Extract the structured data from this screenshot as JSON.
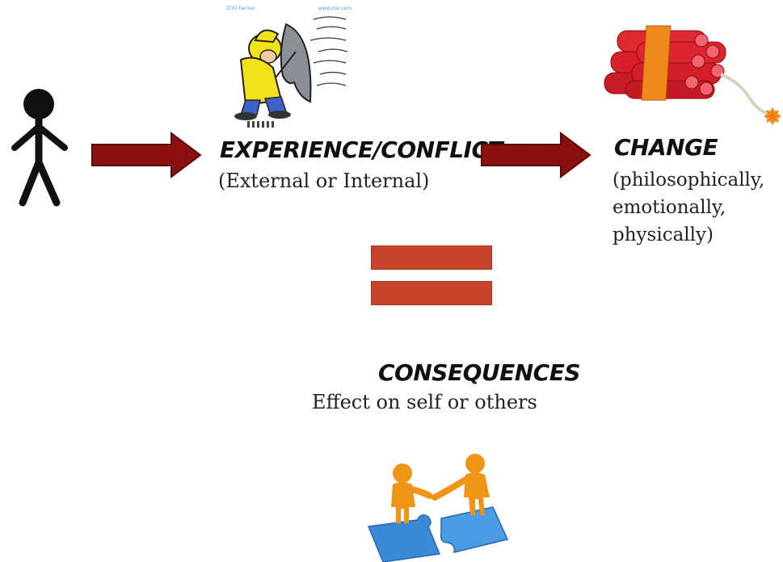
{
  "experience": {
    "title": "EXPERIENCE/CONFLICT",
    "subtitle": "(External or Internal)"
  },
  "change": {
    "title": "CHANGE",
    "subtitle": "(philosophically,\nemotionally,\nphysically)"
  },
  "consequences": {
    "title": "CONSEQUENCES",
    "subtitle": "Effect on self or others"
  },
  "colors": {
    "arrow": "#8b1010",
    "equals": "#c9432a",
    "person": "#111111",
    "raincoat": "#f2e21a",
    "dynamite": "#d8202a",
    "dynamite_band": "#f08a1a",
    "figure": "#f09418",
    "puzzle": "#3a8ad8"
  },
  "icons": {
    "person": "stick-figure-icon",
    "conflict": "wind-umbrella-icon",
    "change": "dynamite-icon",
    "consequences": "handshake-puzzle-icon"
  }
}
